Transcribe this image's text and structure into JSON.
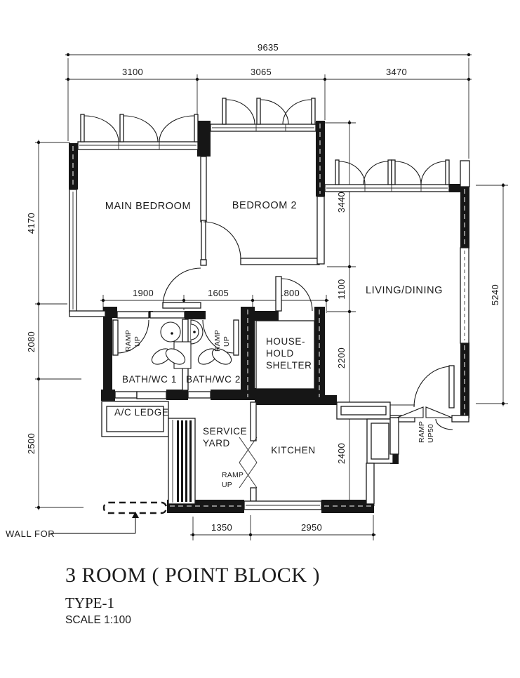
{
  "dimensions": {
    "overall_width": "9635",
    "top": [
      "3100",
      "3065",
      "3470"
    ],
    "left": [
      "4170",
      "2080",
      "2500"
    ],
    "right": [
      "3440",
      "1100",
      "2200",
      "2400"
    ],
    "right_overall": "5240",
    "middle": [
      "1900",
      "1605",
      "1800"
    ],
    "bottom": [
      "1350",
      "2950"
    ]
  },
  "rooms": {
    "main_bedroom": "MAIN BEDROOM",
    "bedroom_2": "BEDROOM 2",
    "living_dining": "LIVING/DINING",
    "bath_wc_1": "BATH/WC 1",
    "bath_wc_2": "BATH/WC 2",
    "household_shelter": [
      "HOUSE-",
      "HOLD",
      "SHELTER"
    ],
    "ac_ledge": "A/C LEDGE",
    "service_yard": [
      "SERVICE",
      "YARD"
    ],
    "kitchen": "KITCHEN"
  },
  "annotations": {
    "ramp": [
      "RAMP",
      "UP"
    ],
    "ramp50": [
      "RAMP",
      "UP50"
    ],
    "wall_note": "WALL FOR"
  },
  "title_block": {
    "title": "3 ROOM ( POINT BLOCK )",
    "type": "TYPE-1",
    "scale": "SCALE 1:100"
  }
}
